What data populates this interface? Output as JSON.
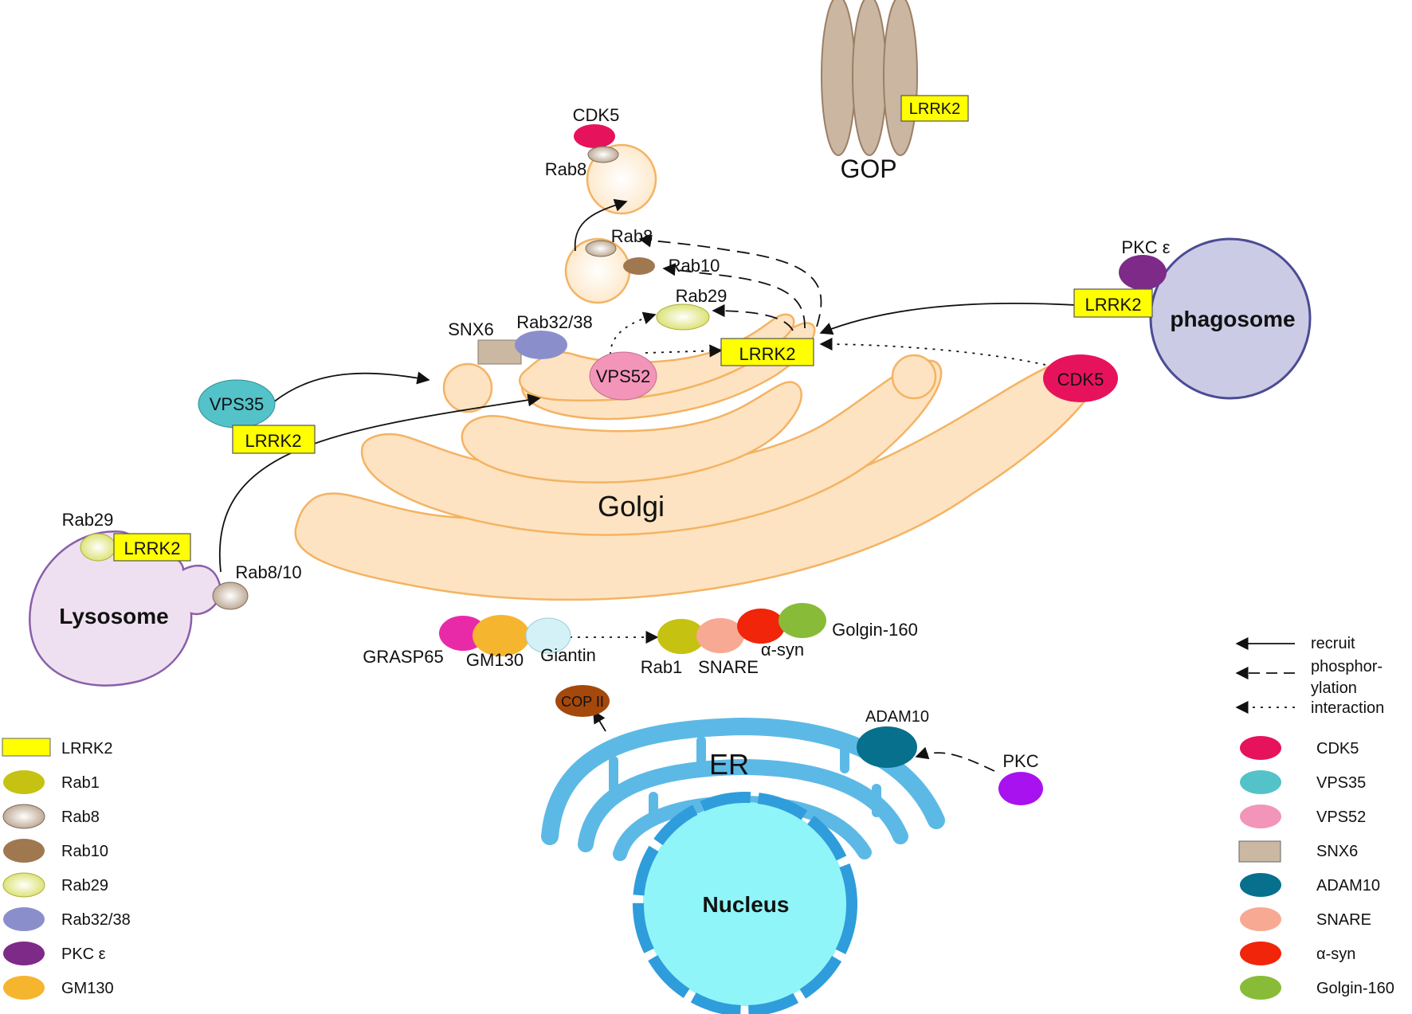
{
  "colors": {
    "LRRK2": "#ffff00",
    "Rab1": "#c5c211",
    "Rab8": "#cdb9a6",
    "Rab10": "#a07850",
    "Rab29": "#f3f6b5",
    "Rab32/38": "#8a8fcc",
    "PKC ε": "#7d2a88",
    "GM130": "#f6b52e",
    "CDK5": "#e6135c",
    "VPS35": "#54c2c9",
    "VPS52": "#f394b9",
    "SNX6": "#cbb8a3",
    "ADAM10": "#07708d",
    "SNARE": "#f8a993",
    "α-syn": "#f0250a",
    "Golgin-160": "#88bb38",
    "GRASP65": "#e92aa8",
    "Giantin": "#d3f1f6",
    "COP II": "#a4480b",
    "PKC": "#a812ee",
    "golgi_fill": "#fde3c1",
    "golgi_stroke": "#f4b363",
    "er": "#5cb9e6",
    "nucleus": "#8ff5f8",
    "nucleus_ring": "#2f9ddb",
    "lysosome": "#efe0f1",
    "phagosome": "#cccbe5",
    "gop": "#cbb6a1"
  },
  "organelles": {
    "golgi": "Golgi",
    "gop": "GOP",
    "er": "ER",
    "nucleus": "Nucleus",
    "lysosome": "Lysosome",
    "phagosome": "phagosome"
  },
  "labels": {
    "cdk5_top": "CDK5",
    "rab8_top": "Rab8",
    "rab8_mid": "Rab8",
    "rab10_mid": "Rab10",
    "rab29_mid": "Rab29",
    "snx6": "SNX6",
    "rab3238": "Rab32/38",
    "vps52": "VPS52",
    "lrrk2_center": "LRRK2",
    "cdk5_right": "CDK5",
    "pkce": "PKC ε",
    "lrrk2_phago": "LRRK2",
    "lrrk2_gop": "LRRK2",
    "vps35": "VPS35",
    "lrrk2_vps35": "LRRK2",
    "rab29_lyso": "Rab29",
    "lrrk2_lyso": "LRRK2",
    "rab810": "Rab8/10",
    "grasp65": "GRASP65",
    "gm130": "GM130",
    "giantin": "Giantin",
    "rab1": "Rab1",
    "snare": "SNARE",
    "asyn": "α-syn",
    "golgin160": "Golgin-160",
    "cop2": "COP II",
    "adam10": "ADAM10",
    "pkc": "PKC"
  },
  "arrow_legend": {
    "recruit": "recruit",
    "phos1": "phosphor-",
    "phos2": "ylation",
    "interaction": "interaction"
  },
  "legend_left": [
    "LRRK2",
    "Rab1",
    "Rab8",
    "Rab10",
    "Rab29",
    "Rab32/38",
    "PKC ε",
    "GM130"
  ],
  "legend_right": [
    "CDK5",
    "VPS35",
    "VPS52",
    "SNX6",
    "ADAM10",
    "SNARE",
    "α-syn",
    "Golgin-160"
  ]
}
